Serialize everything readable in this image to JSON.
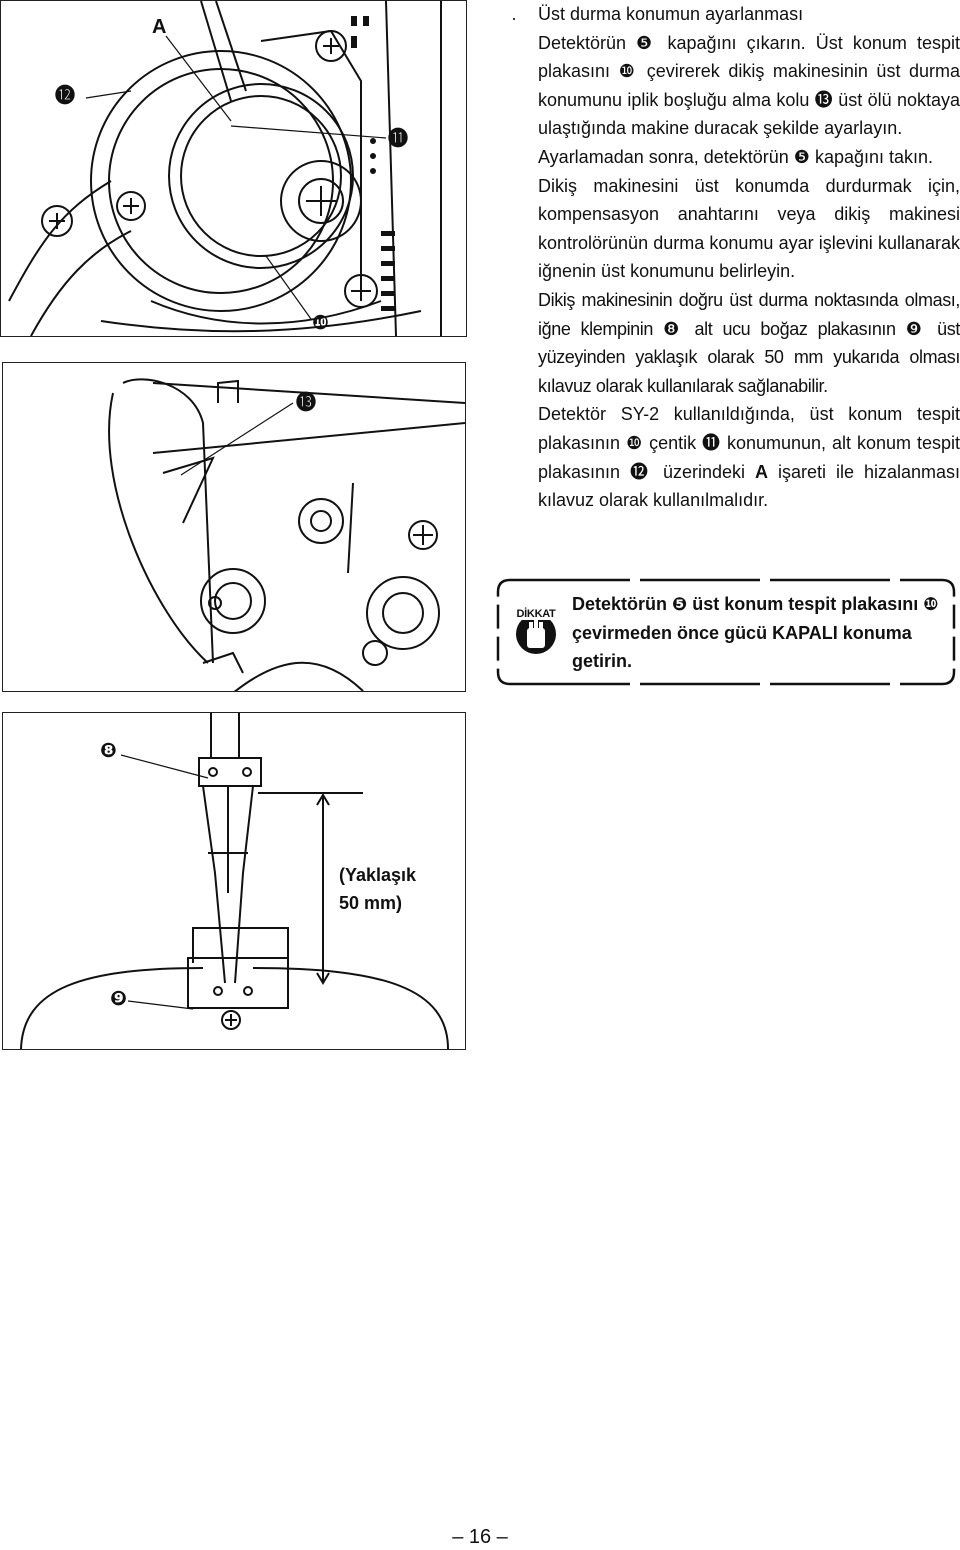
{
  "figures": {
    "top": {
      "labels": {
        "a": "A",
        "c12": "⓬",
        "c11": "⓫",
        "c10": "❿",
        "c13": "⓭"
      }
    },
    "bottom": {
      "labels": {
        "c8": "❽",
        "c9": "❾"
      },
      "dimension_line1": "(Yaklaşık",
      "dimension_line2": "50 mm)"
    }
  },
  "text": {
    "bullet": "·",
    "heading": "Üst durma konumun ayarlanması",
    "p1": "Detektörün ❺ kapağını çıkarın. Üst konum tespit plakasını ❿ çevirerek dikiş makinesinin üst durma konumunu iplik boşluğu alma kolu ⓭ üst ölü noktaya ulaştığında makine duracak şekilde ayarlayın.",
    "p2": "Ayarlamadan sonra, detektörün ❺ kapağını takın.",
    "p3": "Dikiş makinesini üst konumda durdurmak için, kompensasyon anahtarını veya dikiş makinesi kontrolörünün durma konumu ayar işlevini kullanarak iğnenin üst konumunu belirleyin.",
    "p4": "Dikiş makinesinin doğru üst durma noktasında olması, iğne klempinin ❽ alt ucu boğaz plakasının ❾ üst yüzeyinden yaklaşık olarak 50 mm yukarıda olması kılavuz olarak kullanılarak sağlanabilir.",
    "p5_before_a": "Detektör SY-2 kullanıldığında, üst konum tespit plakasının ❿ çentik ⓫ konumunun, alt konum tespit plakasının ⓬ üzerindeki ",
    "p5_a": "A",
    "p5_after_a": " işareti ile hizalanması kılavuz olarak kullanılmalıdır."
  },
  "caution": {
    "icon_label": "DİKKAT",
    "icon_name": "caution-hand-icon",
    "text": "Detektörün ❺ üst konum tespit plakasını ❿ çevirmeden önce gücü KAPALI konuma getirin."
  },
  "page_number": "– 16 –"
}
